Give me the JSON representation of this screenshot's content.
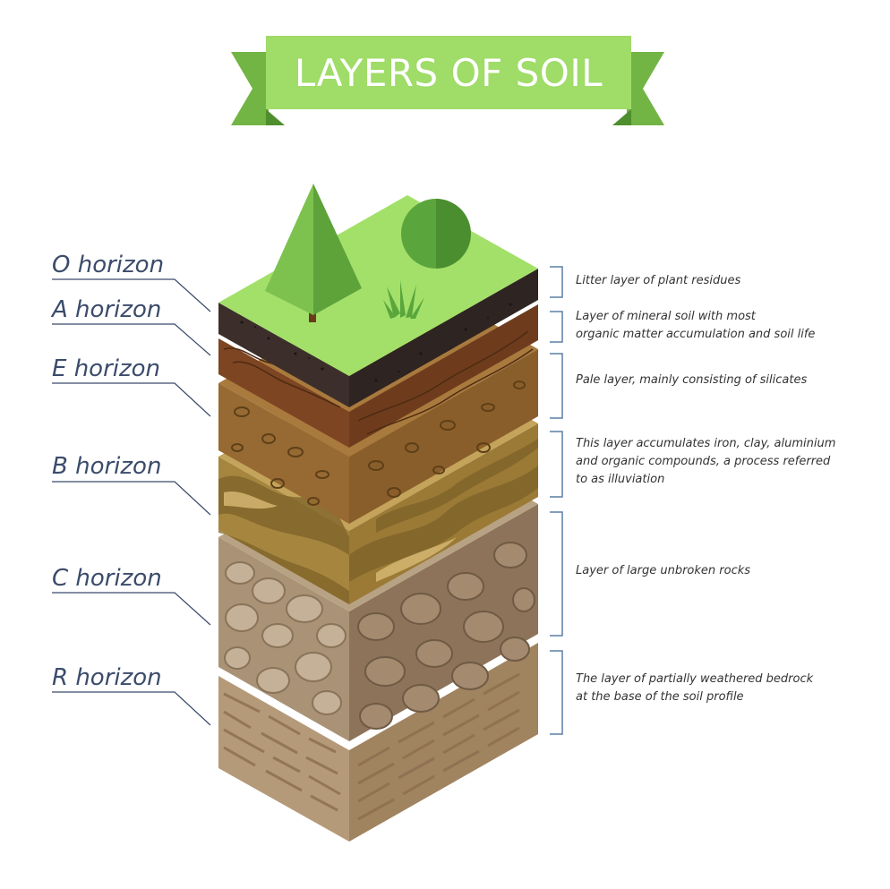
{
  "title": "LAYERS OF SOIL",
  "colors": {
    "banner_main": "#9fdc68",
    "banner_ribbon": "#72b544",
    "grass_top": "#a3e06a",
    "leader_line": "#3b4b6b",
    "bracket_line": "#5c7fa6"
  },
  "horizons": [
    {
      "label": "O horizon",
      "description_lines": [
        "Litter layer of plant residues"
      ]
    },
    {
      "label": "A horizon",
      "description_lines": [
        "Layer of mineral soil with most",
        "organic matter accumulation and soil life"
      ]
    },
    {
      "label": "E horizon",
      "description_lines": [
        "Pale layer, mainly consisting of silicates"
      ]
    },
    {
      "label": "B horizon",
      "description_lines": [
        "This layer accumulates iron, clay, aluminium",
        "and organic compounds, a process referred",
        "to as illuviation"
      ]
    },
    {
      "label": "C horizon",
      "description_lines": [
        "Layer of large unbroken rocks"
      ]
    },
    {
      "label": "R horizon",
      "description_lines": [
        "The layer of partially weathered bedrock",
        "at the base of the soil profile"
      ]
    }
  ]
}
